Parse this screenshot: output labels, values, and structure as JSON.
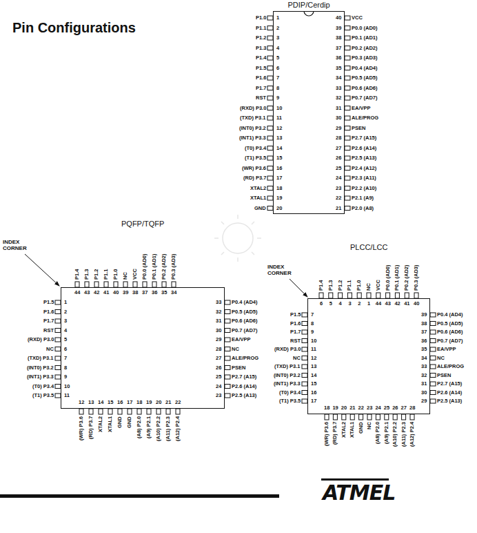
{
  "diagram": {
    "title": "Pin Configurations",
    "nodes": [
      {
        "text": [
          "PDIP/Cerdip"
        ]
      },
      {
        "text": [
          "PQFP/TQFP"
        ]
      },
      {
        "text": [
          "PLCC/LCC"
        ]
      }
    ],
    "labels": [
      "1",
      "P1.0",
      "2",
      "P1.1",
      "3",
      "P1.2",
      "4",
      "P1.3",
      "5",
      "P1.4",
      "6",
      "P1.5",
      "7",
      "P1.6",
      "8",
      "P1.7",
      "9",
      "RST",
      "10",
      "(RXD) P3.0",
      "11",
      "(TXD) P3.1",
      "12",
      "(INT0) P3.2",
      "13",
      "(INT1) P3.3",
      "14",
      "(T0) P3.4",
      "15",
      "(T1) P3.5",
      "16",
      "(WR) P3.6",
      "17",
      "(RD) P3.7",
      "18",
      "XTAL2",
      "19",
      "XTAL1",
      "20",
      "GND",
      "21",
      "P2.0 (A8)",
      "22",
      "P2.1 (A9)",
      "23",
      "P2.2 (A10)",
      "24",
      "P2.3 (A11)",
      "25",
      "P2.4 (A12)",
      "26",
      "P2.5 (A13)",
      "27",
      "P2.6 (A14)",
      "28",
      "P2.7 (A15)",
      "29",
      "PSEN",
      "30",
      "ALE/PROG",
      "31",
      "EA/VPP",
      "32",
      "P0.7 (AD7)",
      "33",
      "P0.6 (AD6)",
      "34",
      "P0.5 (AD5)",
      "35",
      "P0.4 (AD4)",
      "36",
      "P0.3 (AD3)",
      "37",
      "P0.2 (AD2)",
      "38",
      "P0.1 (AD1)",
      "39",
      "P0.0 (AD0)",
      "40",
      "VCC",
      "INDEX CORNER",
      "1",
      "P1.5",
      "2",
      "P1.6",
      "3",
      "P1.7",
      "4",
      "RST",
      "5",
      "(RXD) P3.0",
      "6",
      "NC",
      "7",
      "(TXD) P3.1",
      "8",
      "(INT0) P3.2",
      "9",
      "(INT1) P3.3",
      "10",
      "(T0) P3.4",
      "11",
      "(T1) P3.5",
      "12",
      "(WR) P3.6",
      "13",
      "(RD) P3.7",
      "14",
      "XTAL2",
      "15",
      "XTAL1",
      "16",
      "GND",
      "17",
      "GND",
      "18",
      "(A8) P2.0",
      "19",
      "(A9) P2.1",
      "20",
      "(A10) P2.2",
      "21",
      "(A11) P2.3",
      "22",
      "(A12) P2.4",
      "23",
      "P2.5 (A13)",
      "24",
      "P2.6 (A14)",
      "25",
      "P2.7 (A15)",
      "26",
      "PSEN",
      "27",
      "ALE/PROG",
      "28",
      "NC",
      "29",
      "EA/VPP",
      "30",
      "P0.7 (AD7)",
      "31",
      "P0.6 (AD6)",
      "32",
      "P0.5 (AD5)",
      "33",
      "P0.4 (AD4)",
      "34",
      "P0.3 (AD3)",
      "35",
      "P0.2 (AD2)",
      "36",
      "P0.1 (AD1)",
      "37",
      "P0.0 (AD0)",
      "38",
      "VCC",
      "39",
      "NC",
      "40",
      "P1.0",
      "41",
      "P1.1",
      "42",
      "P1.2",
      "43",
      "P1.3",
      "44",
      "P1.4",
      "INDEX CORNER",
      "1",
      "NC",
      "2",
      "P1.0",
      "3",
      "P1.1",
      "4",
      "P1.2",
      "5",
      "P1.3",
      "6",
      "P1.4",
      "7",
      "P1.5",
      "8",
      "P1.6",
      "9",
      "P1.7",
      "10",
      "RST",
      "11",
      "(RXD) P3.0",
      "12",
      "NC",
      "13",
      "(TXD) P3.1",
      "14",
      "(INT0) P3.2",
      "15",
      "(INT1) P3.3",
      "16",
      "(T0) P3.4",
      "17",
      "(T1) P3.5",
      "18",
      "(WR) P3.6",
      "19",
      "(RD) P3.7",
      "20",
      "XTAL2",
      "21",
      "XTAL1",
      "22",
      "GND",
      "23",
      "NC",
      "24",
      "(A8) P2.0",
      "25",
      "(A9) P2.1",
      "26",
      "(A10) P2.2",
      "27",
      "(A11) P2.3",
      "28",
      "(A12) P2.4",
      "29",
      "P2.5 (A13)",
      "30",
      "P2.6 (A14)",
      "31",
      "P2.7 (A15)",
      "32",
      "PSEN",
      "33",
      "ALE/PROG",
      "34",
      "NC",
      "35",
      "EA/VPP",
      "36",
      "P0.7 (AD7)",
      "37",
      "P0.6 (AD6)",
      "38",
      "P0.5 (AD5)",
      "39",
      "P0.4 (AD4)",
      "40",
      "P0.3 (AD3)",
      "41",
      "P0.2 (AD2)",
      "42",
      "P0.1 (AD1)",
      "43",
      "P0.0 (AD0)",
      "44",
      "VCC",
      "ATMEL"
    ]
  }
}
